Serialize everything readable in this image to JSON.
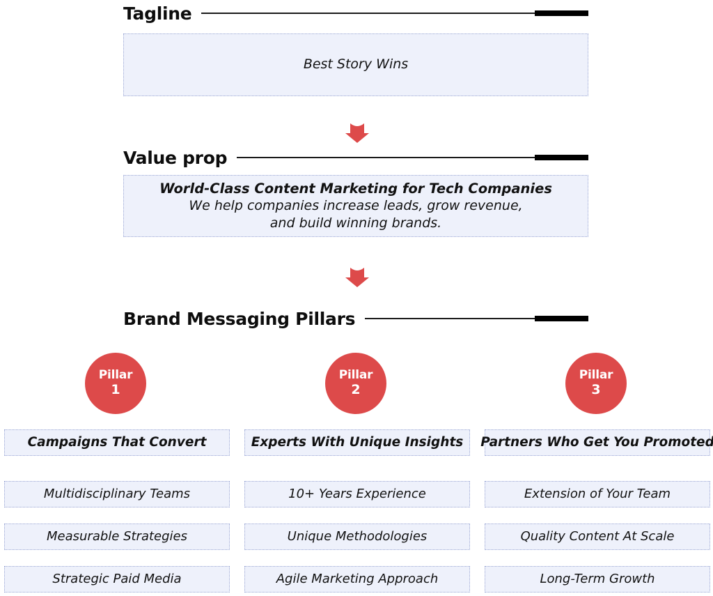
{
  "brand": {
    "accent_red": "#dd4a4a",
    "panel_fill": "#eef1fb",
    "panel_border": "#9aa6d4",
    "rule_color": "#000000"
  },
  "sections": {
    "tagline": {
      "title": "Tagline",
      "body": "Best Story Wins"
    },
    "value_prop": {
      "title": "Value prop",
      "line1": "World-Class Content Marketing for Tech Companies",
      "line2": "We help companies increase leads, grow revenue,",
      "line3": "and build winning brands."
    },
    "pillars": {
      "title": "Brand Messaging Pillars"
    }
  },
  "arrows": [
    {
      "name": "arrow-tagline-to-valueprop",
      "direction": "down",
      "color": "#dd4a4a"
    },
    {
      "name": "arrow-valueprop-to-pillars",
      "direction": "down",
      "color": "#dd4a4a"
    }
  ],
  "pillars": [
    {
      "badge_label": "Pillar",
      "badge_number": "1",
      "heading": "Campaigns That Convert",
      "items": [
        "Multidisciplinary Teams",
        "Measurable Strategies",
        "Strategic Paid Media"
      ]
    },
    {
      "badge_label": "Pillar",
      "badge_number": "2",
      "heading": "Experts With Unique Insights",
      "items": [
        "10+ Years Experience",
        "Unique Methodologies",
        "Agile Marketing Approach"
      ]
    },
    {
      "badge_label": "Pillar",
      "badge_number": "3",
      "heading": "Partners Who Get You Promoted",
      "items": [
        "Extension of Your Team",
        "Quality Content At Scale",
        "Long-Term Growth"
      ]
    }
  ]
}
